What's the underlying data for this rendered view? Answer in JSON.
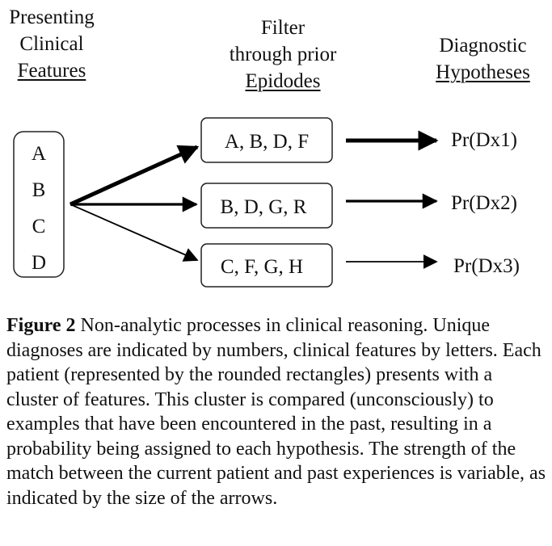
{
  "headers": {
    "presenting": [
      "Presenting",
      "Clinical",
      "Features"
    ],
    "filter": [
      "Filter",
      "through prior",
      "Epidodes"
    ],
    "diagnostic": [
      "Diagnostic",
      "Hypotheses"
    ]
  },
  "patient_features": [
    "A",
    "B",
    "C",
    "D"
  ],
  "episodes": [
    {
      "label": "A, B, D, F",
      "hypothesis": "Pr(Dx1)",
      "strength": "strong"
    },
    {
      "label": "B, D, G, R",
      "hypothesis": "Pr(Dx2)",
      "strength": "medium"
    },
    {
      "label": "C, F, G, H",
      "hypothesis": "Pr(Dx3)",
      "strength": "weak"
    }
  ],
  "caption": {
    "label": "Figure 2",
    "text": " Non-analytic processes in clinical reasoning. Unique diagnoses are indicated by numbers, clinical features by letters. Each patient (represented by the rounded rectangles) presents with a cluster of features. This cluster is compared (unconsciously) to examples that have been encountered in the past, resulting in a probability being assigned to each hypothesis. The strength of the match between the current patient and past experiences is variable, as indicated by the size of the arrows."
  }
}
